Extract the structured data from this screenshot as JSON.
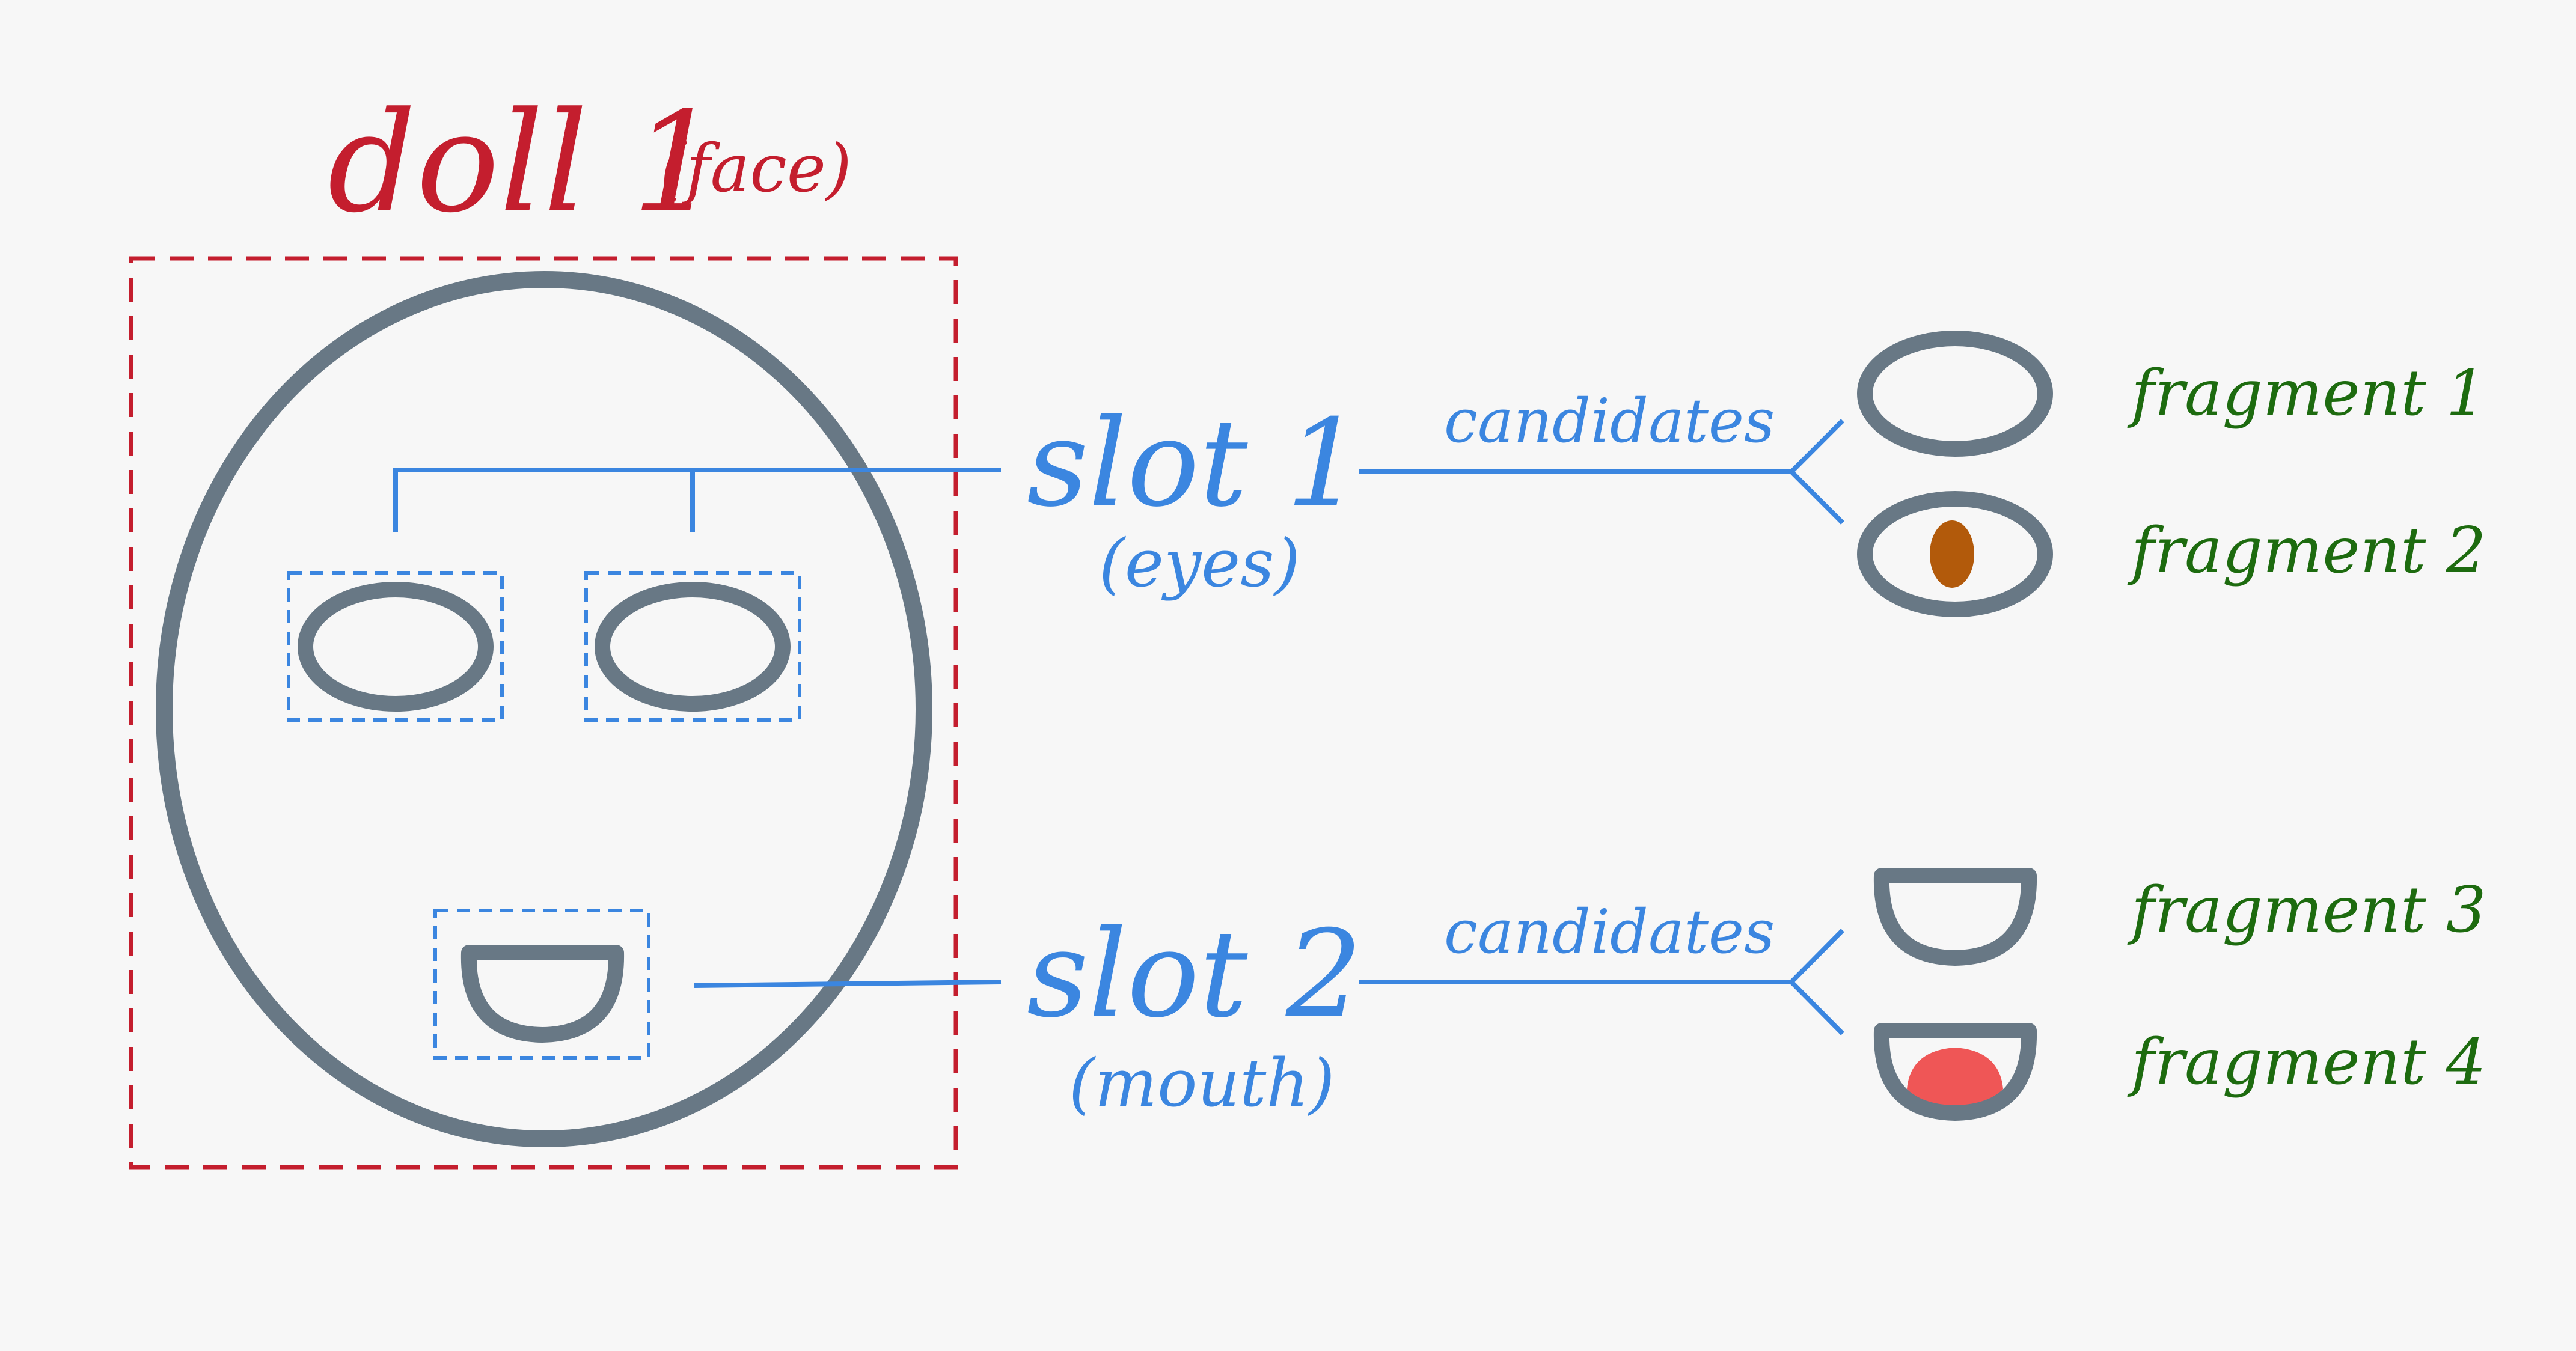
{
  "colors": {
    "doll": "#c41e2e",
    "slot": "#3b86e0",
    "fragment": "#1d6b0f",
    "outline": "#687885",
    "pupil": "#b25a0b",
    "tongue": "#ef5656",
    "background": "#f7f7f7"
  },
  "doll": {
    "title": "doll 1",
    "subtitle": "(face)"
  },
  "slots": [
    {
      "title": "slot 1",
      "subtitle": "(eyes)",
      "candidates_label": "candidates"
    },
    {
      "title": "slot 2",
      "subtitle": "(mouth)",
      "candidates_label": "candidates"
    }
  ],
  "fragments": [
    {
      "label": "fragment 1",
      "icon": "empty-eye-icon"
    },
    {
      "label": "fragment 2",
      "icon": "eye-with-pupil-icon"
    },
    {
      "label": "fragment 3",
      "icon": "empty-mouth-icon"
    },
    {
      "label": "fragment 4",
      "icon": "mouth-with-tongue-icon"
    }
  ]
}
